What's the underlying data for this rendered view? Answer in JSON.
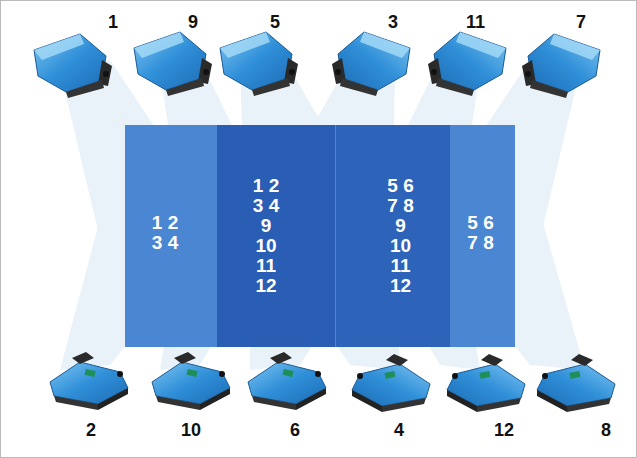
{
  "diagram": {
    "nodes": [
      {
        "text": [
          "1 2 3 4"
        ]
      },
      {
        "text": [
          "1 2 3 4 9 10 11 12"
        ]
      },
      {
        "text": [
          "5 6 7 8 9 10 11 12"
        ]
      },
      {
        "text": [
          "5 6 7 8"
        ]
      }
    ],
    "labels": [
      "1",
      "9",
      "5",
      "3",
      "11",
      "7",
      "2",
      "10",
      "6",
      "4",
      "12",
      "8"
    ]
  }
}
